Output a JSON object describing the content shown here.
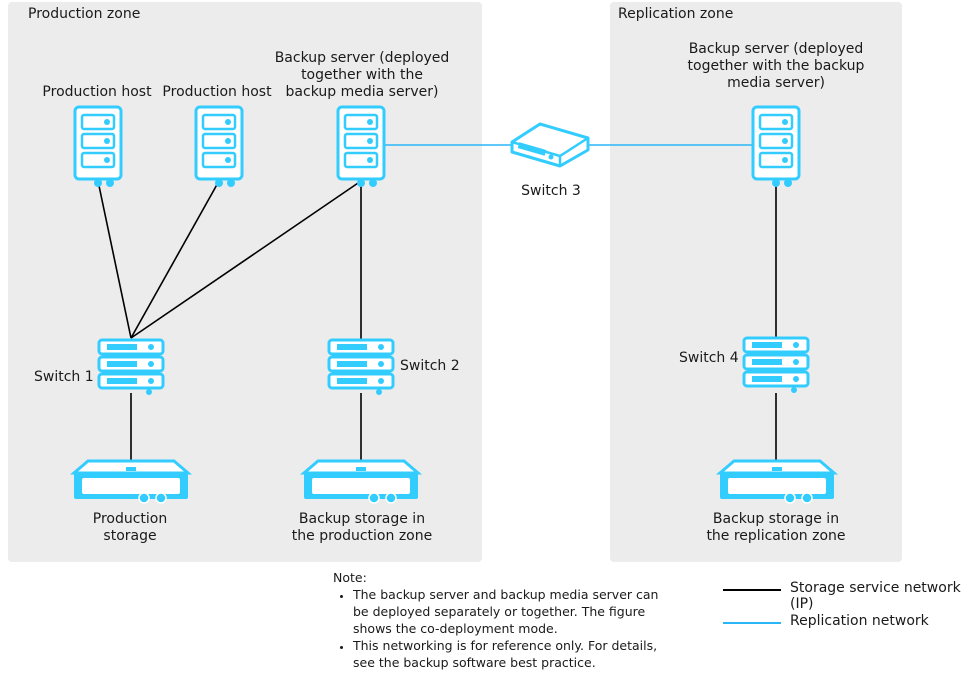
{
  "zones": {
    "production": {
      "title": "Production zone"
    },
    "replication": {
      "title": "Replication zone"
    }
  },
  "devices": {
    "production_host_1": "Production host",
    "production_host_2": "Production host",
    "backup_server_prod": [
      "Backup server (deployed",
      "together with the",
      "backup media server)"
    ],
    "backup_server_repl": [
      "Backup server (deployed",
      "together with the backup",
      "media server)"
    ],
    "switch_1": "Switch 1",
    "switch_2": "Switch 2",
    "switch_3": "Switch 3",
    "switch_4": "Switch 4",
    "production_storage": [
      "Production",
      "storage"
    ],
    "backup_storage_prod": [
      "Backup storage in",
      "the production zone"
    ],
    "backup_storage_repl": [
      "Backup storage in",
      "the replication zone"
    ]
  },
  "note": {
    "heading": "Note:",
    "items": [
      "The backup server and backup media server can be deployed separately or together. The figure shows the co-deployment mode.",
      "This networking is for reference only. For details, see the backup software best practice."
    ]
  },
  "legend": {
    "storage_network": {
      "label": "Storage service network (IP)",
      "color": "#000000"
    },
    "replication_network": {
      "label": "Replication network",
      "color": "#29b6f6"
    }
  },
  "colors": {
    "device": "#33ccff",
    "zone_bg": "#ececec"
  }
}
